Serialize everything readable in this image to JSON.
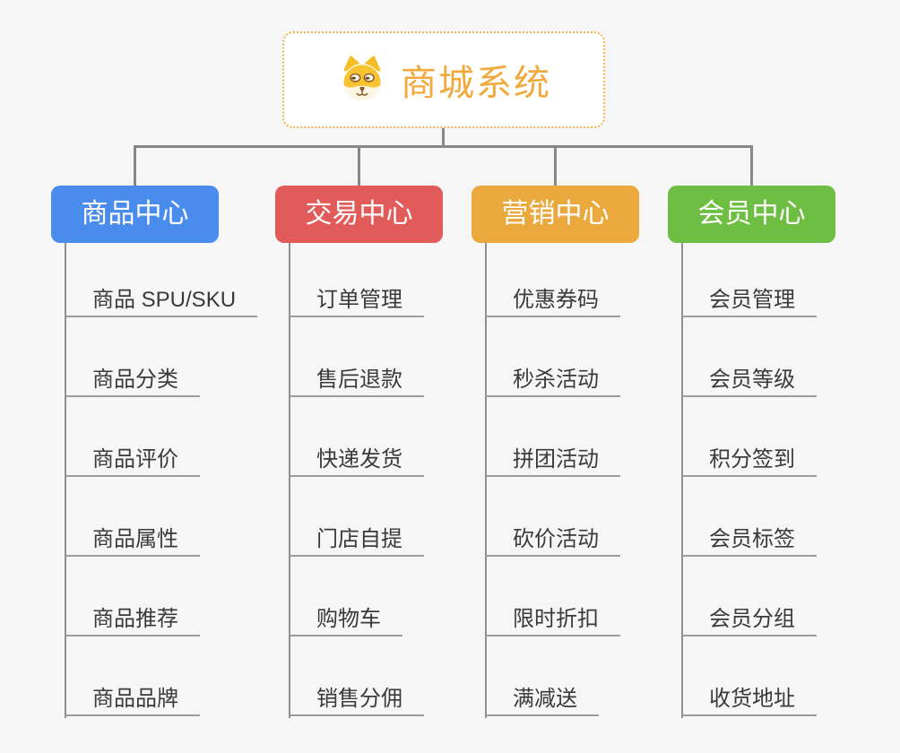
{
  "root": {
    "title": "商城系统",
    "icon": "dog-face-icon"
  },
  "branches": [
    {
      "label": "商品中心",
      "color": "#4a8cec",
      "leaves": [
        "商品 SPU/SKU",
        "商品分类",
        "商品评价",
        "商品属性",
        "商品推荐",
        "商品品牌"
      ]
    },
    {
      "label": "交易中心",
      "color": "#e25b5b",
      "leaves": [
        "订单管理",
        "售后退款",
        "快递发货",
        "门店自提",
        "购物车",
        "销售分佣"
      ]
    },
    {
      "label": "营销中心",
      "color": "#eba93d",
      "leaves": [
        "优惠券码",
        "秒杀活动",
        "拼团活动",
        "砍价活动",
        "限时折扣",
        "满减送"
      ]
    },
    {
      "label": "会员中心",
      "color": "#6fbe44",
      "leaves": [
        "会员管理",
        "会员等级",
        "积分签到",
        "会员标签",
        "会员分组",
        "收货地址"
      ]
    }
  ],
  "colors": {
    "background": "#f6f6f6",
    "root_text": "#f2a93b",
    "root_border": "#f2b04a",
    "connector": "#878787",
    "leaf_underline": "#9c9c9c",
    "leaf_text": "#3a3a3a"
  }
}
